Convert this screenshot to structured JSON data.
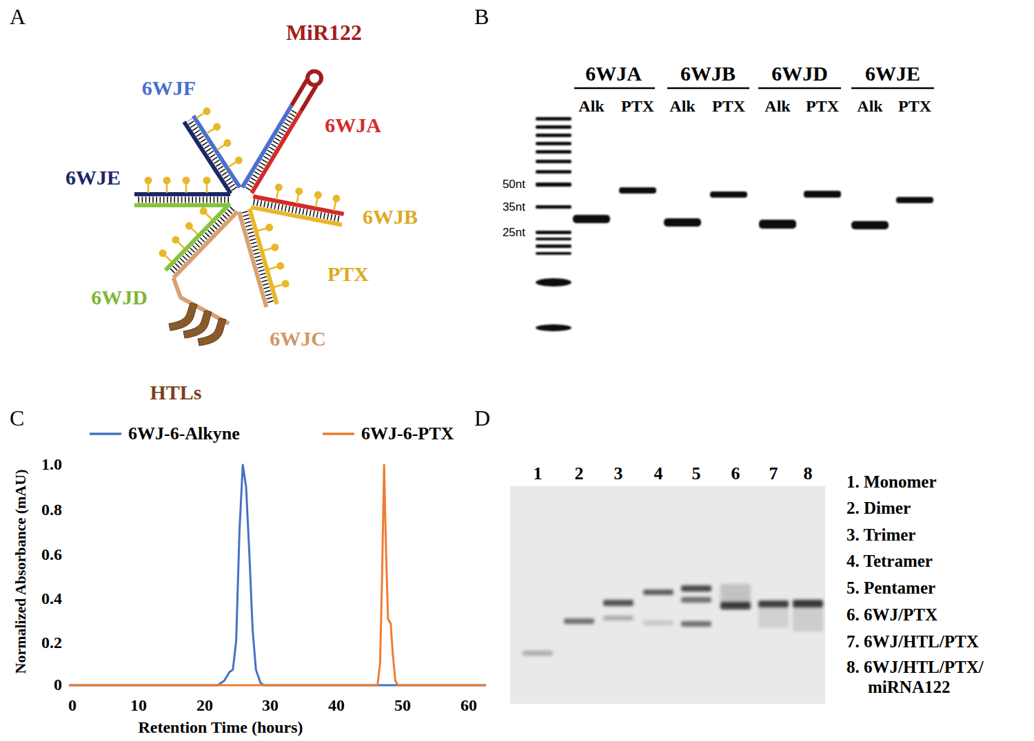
{
  "diagram": {
    "labels": [
      "A",
      "MiR122",
      "6WJF",
      "6WJA",
      "6WJE",
      "6WJB",
      "PTX",
      "6WJD",
      "6WJC",
      "HTLs",
      "B",
      "6WJA",
      "6WJB",
      "6WJD",
      "6WJE",
      "Alk",
      "PTX",
      "Alk",
      "PTX",
      "Alk",
      "PTX",
      "Alk",
      "PTX",
      "50nt",
      "35nt",
      "25nt",
      "C",
      "Normalized Absorbance (mAU)",
      "Retention Time (hours)",
      "1.0",
      "0.8",
      "0.6",
      "0.4",
      "0.2",
      "0",
      "0",
      "10",
      "20",
      "30",
      "40",
      "50",
      "60",
      "D",
      "1",
      "2",
      "3",
      "4",
      "5",
      "6",
      "7",
      "8",
      "1. Monomer",
      "2. Dimer",
      "3. Trimer",
      "4. Tetramer",
      "5. Pentamer",
      "6. 6WJ/PTX",
      "7. 6WJ/HTL/PTX",
      "8. 6WJ/HTL/PTX/ miRNA122"
    ],
    "legend": [
      {
        "text": "6WJ-6-Alkyne"
      },
      {
        "text": "6WJ-6-PTX"
      }
    ]
  }
}
